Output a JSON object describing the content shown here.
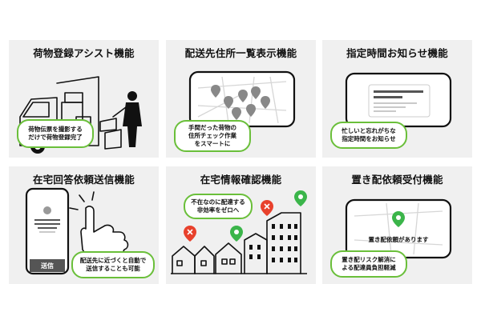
{
  "panels": [
    {
      "title": "荷物登録アシスト機能",
      "bubble": "荷物伝票を撮影する\nだけで荷物登録完了"
    },
    {
      "title": "配送先住所一覧表示機能",
      "bubble": "手間だった荷物の\n住所チェック作業\nをスマートに"
    },
    {
      "title": "指定時間お知らせ機能",
      "bubble": "忙しいと忘れがちな\n指定時間をお知らせ"
    },
    {
      "title": "在宅回答依頼送信機能",
      "bubble": "配送先に近づくと自動で\n送信することも可能",
      "screen_button": "送信"
    },
    {
      "title": "在宅情報確認機能",
      "bubble": "不在なのに配達する\n非効率をゼロへ"
    },
    {
      "title": "置き配依頼受付機能",
      "bubble": "置き配リスク解消に\nよる配達員負担軽減",
      "screen_text": "置き配依頼があります"
    }
  ],
  "colors": {
    "accent_green": "#6abf3a",
    "pin_red": "#e8412c",
    "pin_green": "#3bb54a",
    "panel_bg": "#f0f0f0"
  }
}
